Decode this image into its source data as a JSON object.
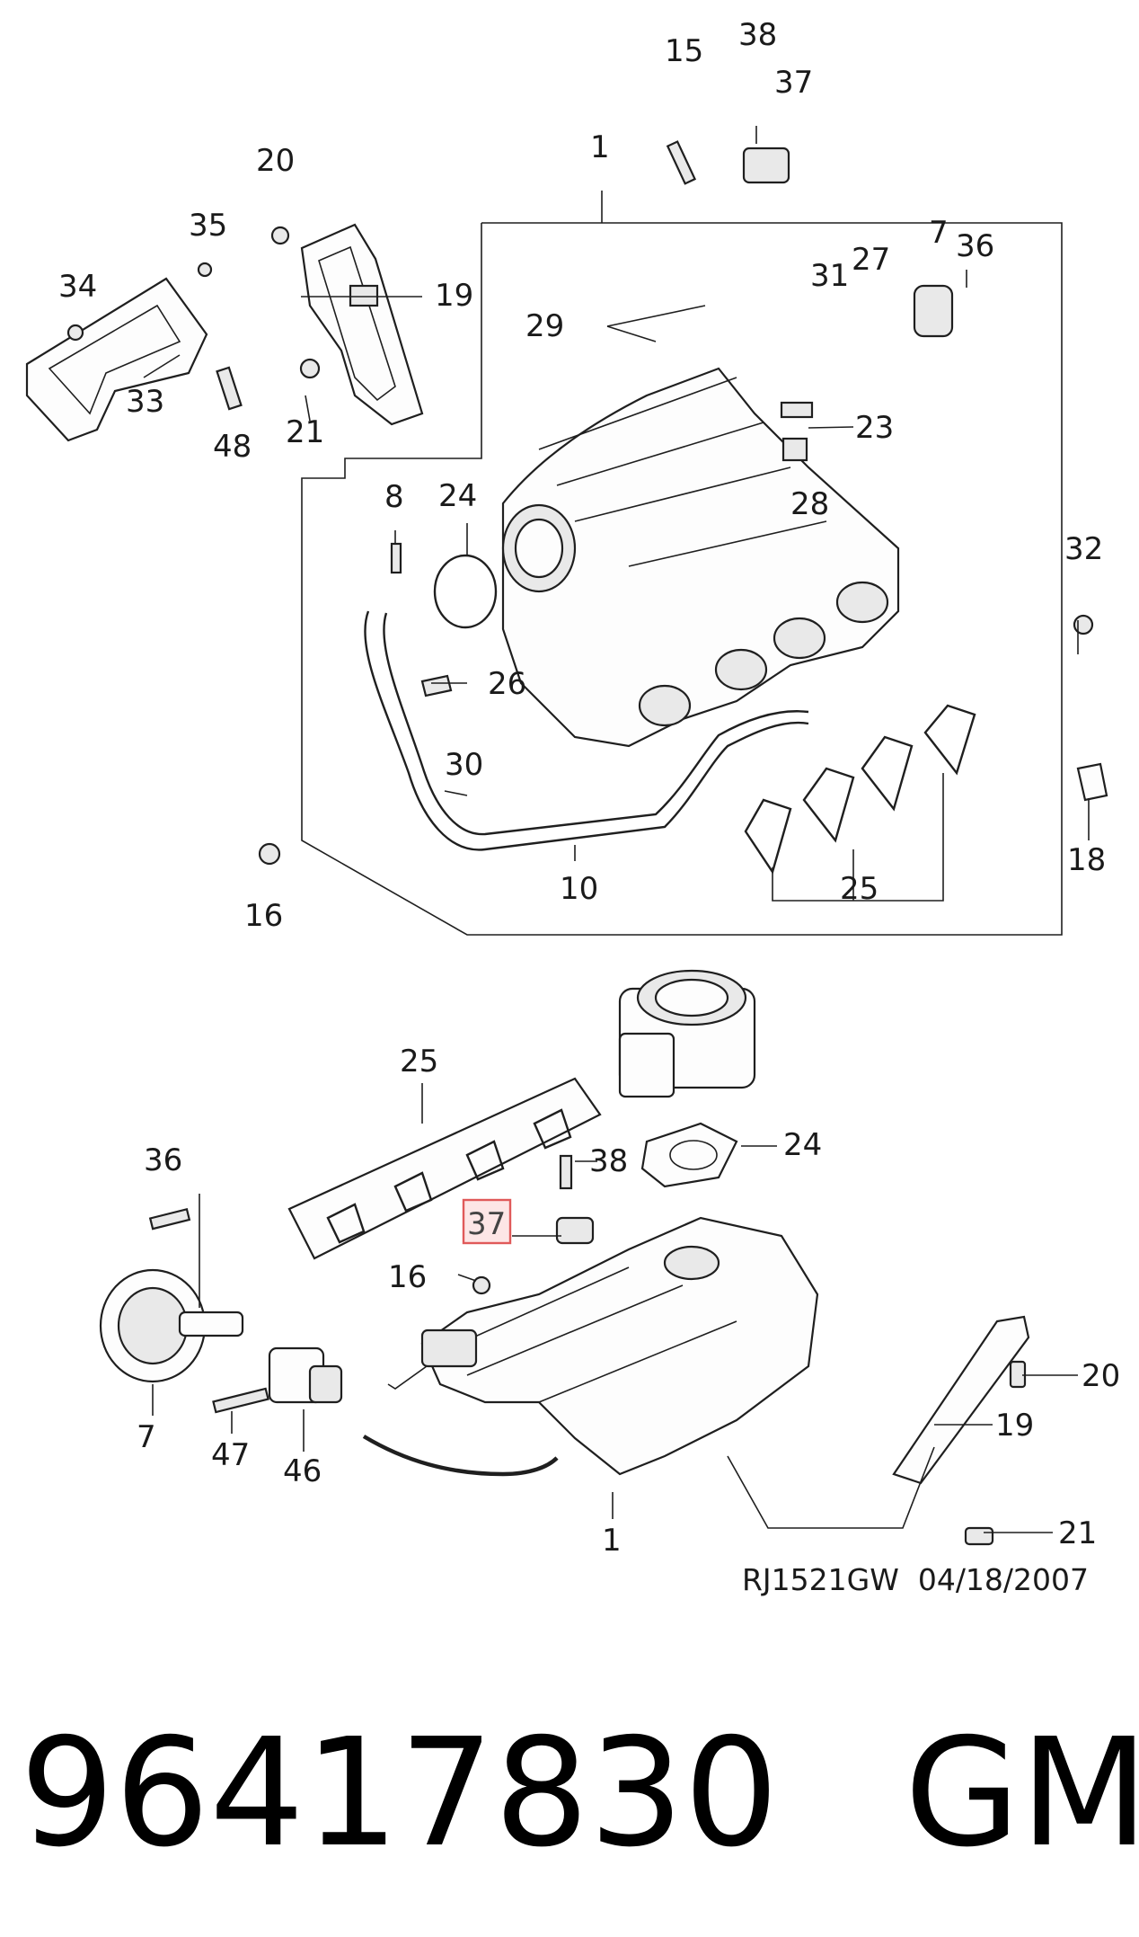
{
  "callouts": {
    "top": {
      "c15": "15",
      "c38": "38",
      "c37": "37",
      "c1": "1",
      "c20": "20",
      "c35": "35",
      "c34": "34",
      "c19": "19",
      "c33": "33",
      "c21": "21",
      "c48": "48",
      "c29": "29",
      "c31": "31",
      "c27": "27",
      "c7": "7",
      "c36": "36",
      "c23": "23",
      "c28": "28",
      "c8": "8",
      "c24": "24",
      "c32": "32",
      "c26": "26",
      "c30": "30",
      "c16": "16",
      "c10": "10",
      "c25": "25",
      "c18": "18"
    },
    "bottom": {
      "c25": "25",
      "c24": "24",
      "c36": "36",
      "c38": "38",
      "c37": "37",
      "c16": "16",
      "c20": "20",
      "c19": "19",
      "c7": "7",
      "c47": "47",
      "c46": "46",
      "c1": "1",
      "c21": "21"
    }
  },
  "highlight_color": "#e05a5a",
  "drawing_ref": "RJ1521GW  04/18/2007",
  "caption": {
    "part_number": "96417830",
    "brand": "GM"
  }
}
